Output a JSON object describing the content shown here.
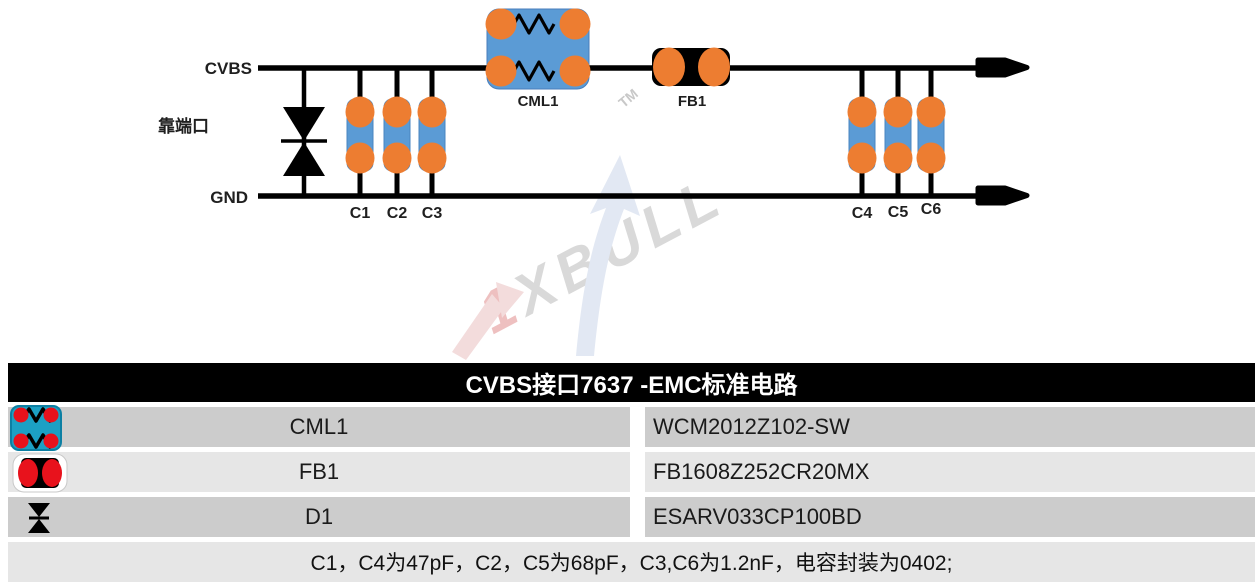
{
  "schematic": {
    "rail_top": "CVBS",
    "rail_bottom": "GND",
    "port_label": "靠端口",
    "cml_label": "CML1",
    "fb_label": "FB1",
    "cap_labels": [
      "C1",
      "C2",
      "C3",
      "C4",
      "C5",
      "C6"
    ],
    "watermark": {
      "digit": "1",
      "word": "XBULL",
      "tm": "TM"
    },
    "colors": {
      "component_orange": "#ED7D31",
      "component_blue": "#5B9BD5",
      "wire_black": "#000000"
    }
  },
  "table": {
    "title": "CVBS接口7637 -EMC标准电路",
    "rows": [
      {
        "icon": "common-mode-choke-icon",
        "ref": "CML1",
        "part": "WCM2012Z102-SW"
      },
      {
        "icon": "ferrite-bead-icon",
        "ref": "FB1",
        "part": "FB1608Z252CR20MX"
      },
      {
        "icon": "tvs-diode-icon",
        "ref": "D1",
        "part": "ESARV033CP100BD"
      }
    ],
    "note": "C1，C4为47pF，C2，C5为68pF，C3,C6为1.2nF，电容封装为0402;",
    "colors": {
      "header_bg": "#000000",
      "row_dark": "#cccccc",
      "row_light": "#e6e6e6",
      "icon_teal": "#1CA0C4",
      "icon_red": "#E8121C"
    }
  }
}
